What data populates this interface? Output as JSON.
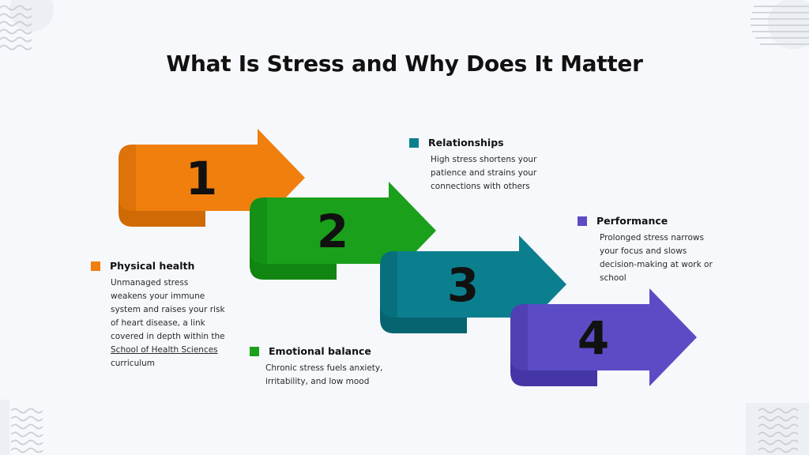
{
  "title": "What Is Stress and Why Does It Matter",
  "steps": [
    {
      "number": "1",
      "color": "#f07f0e",
      "shade": "#cf6a06"
    },
    {
      "number": "2",
      "color": "#1aa01a",
      "shade": "#118511"
    },
    {
      "number": "3",
      "color": "#0c7f8f",
      "shade": "#066470"
    },
    {
      "number": "4",
      "color": "#5b4cc6",
      "shade": "#4536a6"
    }
  ],
  "items": {
    "physical": {
      "heading": "Physical health",
      "color": "#f07f0e",
      "body_before": " Unmanaged stress weakens your immune system and raises your risk of heart disease, a link covered in depth within the",
      "link": " School of Health Sciences",
      "body_after": " curriculum"
    },
    "relationships": {
      "heading": "Relationships",
      "color": "#0c7f8f",
      "body": "High stress shortens your patience and strains your connections with others"
    },
    "emotional": {
      "heading": "Emotional balance",
      "color": "#1aa01a",
      "body": "Chronic stress fuels anxiety, irritability, and low mood"
    },
    "performance": {
      "heading": "Performance",
      "color": "#5b4cc6",
      "body": " Prolonged stress narrows your focus and slows decision-making at work or school"
    }
  }
}
